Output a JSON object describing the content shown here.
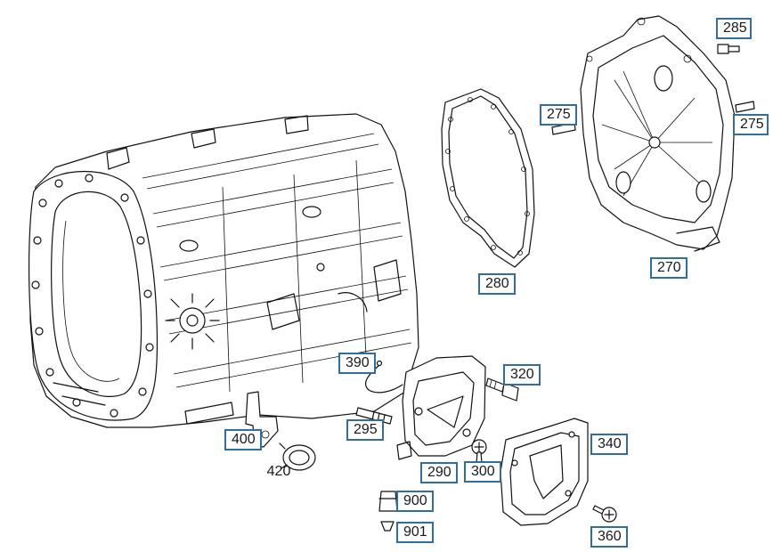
{
  "callouts": {
    "c285": "285",
    "c275_left": "275",
    "c275_right": "275",
    "c270": "270",
    "c280": "280",
    "c390": "390",
    "c320": "320",
    "c295": "295",
    "c400": "400",
    "c420": "420",
    "c290": "290",
    "c300": "300",
    "c340": "340",
    "c900": "900",
    "c901": "901",
    "c360": "360"
  },
  "colors": {
    "callout_border": "#2f6ea3",
    "line": "#111111"
  }
}
